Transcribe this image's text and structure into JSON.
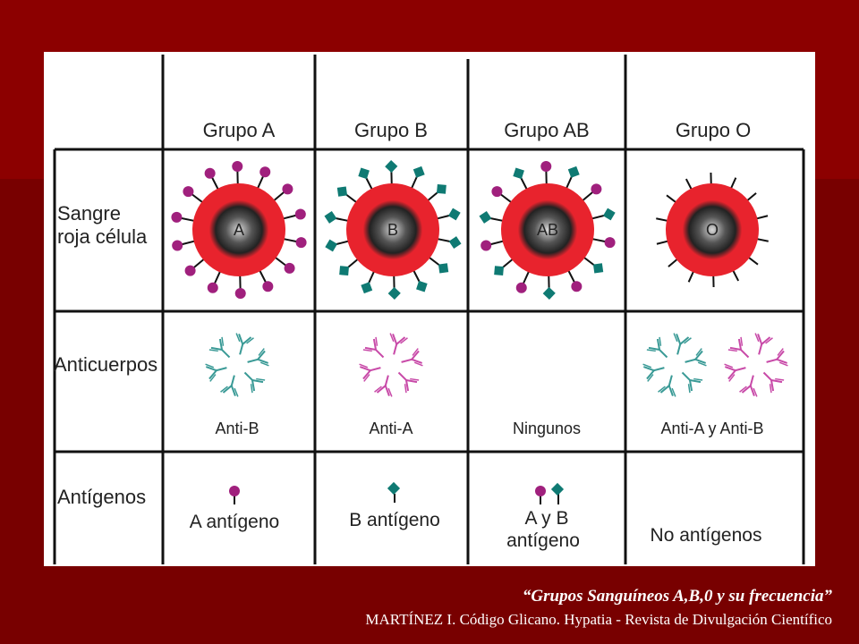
{
  "colors": {
    "background": "#780000",
    "panel": "#ffffff",
    "cell_red": "#e8232d",
    "antigen_a": "#a0207d",
    "antigen_b": "#0f7a73",
    "antibody_anti_b": "#3a9a96",
    "antibody_anti_a": "#c84aa8"
  },
  "columns": [
    "Grupo A",
    "Grupo B",
    "Grupo AB",
    "Grupo O"
  ],
  "rows": {
    "red_cell": [
      "Sangre",
      "roja célula"
    ],
    "antibodies": "Anticuerpos",
    "antigens": "Antígenos"
  },
  "cells": [
    "A",
    "B",
    "AB",
    "O"
  ],
  "antibody_labels": [
    "Anti-B",
    "Anti-A",
    "Ningunos",
    "Anti-A y Anti-B"
  ],
  "antigen_labels": {
    "a": "A antígeno",
    "b": "B antígeno",
    "ab_line1": "A y B",
    "ab_line2": "antígeno",
    "o": "No antígenos"
  },
  "caption": {
    "title": "“Grupos Sanguíneos A,B,0 y su frecuencia”",
    "source": "MARTÍNEZ I. Código Glicano. Hypatia - Revista de Divulgación Científico"
  }
}
